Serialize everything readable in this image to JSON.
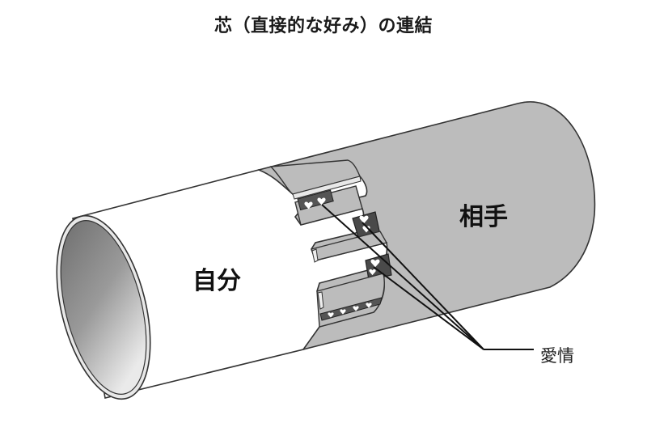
{
  "title": "芯（直接的な好み）の連結",
  "labels": {
    "self": "自分",
    "partner": "相手",
    "love": "愛情"
  },
  "colors": {
    "self_tube": "#ffffff",
    "partner_tube": "#bcbcbc",
    "outline": "#333333",
    "inner_dark": "#6e6e6e",
    "inner_light": "#e6e6e6",
    "text": "#111111"
  },
  "slots": {
    "count": 4,
    "heart_windows": 3
  }
}
